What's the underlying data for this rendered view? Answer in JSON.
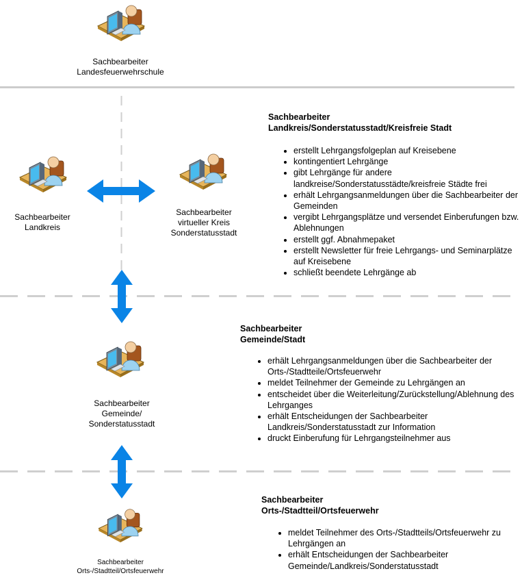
{
  "colors": {
    "arrow": "#0a84e6",
    "separator_solid": "#cccccc",
    "separator_dashed": "#cfcfcf"
  },
  "icons": {
    "worker": "office-worker-at-desk-icon"
  },
  "actors": {
    "school": {
      "lines": [
        "Sachbearbeiter",
        "Landesfeuerwehrschule"
      ]
    },
    "landkreis": {
      "lines": [
        "Sachbearbeiter",
        "Landkreis"
      ]
    },
    "virtuell": {
      "lines": [
        "Sachbearbeiter",
        "virtueller Kreis",
        "Sonderstatusstadt"
      ]
    },
    "gemeinde": {
      "lines": [
        "Sachbearbeiter",
        "Gemeinde/",
        "Sonderstatusstadt"
      ]
    },
    "ort": {
      "lines": [
        "Sachbearbeiter",
        "Orts-/Stadtteil/Ortsfeuerwehr"
      ]
    }
  },
  "sections": {
    "kreis": {
      "heading": [
        "Sachbearbeiter",
        "Landkreis/Sonderstatusstadt/Kreisfreie Stadt"
      ],
      "items": [
        "erstellt Lehrgangsfolgeplan auf Kreisebene",
        "kontingentiert Lehrgänge",
        "gibt Lehrgänge für andere landkreise/Sonderstatusstädte/kreisfreie Städte frei",
        "erhält Lehrgangsanmeldungen über die Sachbearbeiter der Gemeinden",
        "vergibt Lehrgangsplätze und versendet Einberufungen bzw. Ablehnungen",
        "erstellt ggf. Abnahmepaket",
        "erstellt Newsletter für freie Lehrgangs- und Seminarplätze auf Kreisebene",
        "schließt beendete Lehrgänge ab"
      ]
    },
    "gemeinde": {
      "heading": [
        "Sachbearbeiter",
        "Gemeinde/Stadt"
      ],
      "items": [
        "erhält Lehrgangsanmeldungen über die Sachbearbeiter der Orts-/Stadtteile/Ortsfeuerwehr",
        "meldet Teilnehmer der Gemeinde zu Lehrgängen an",
        "entscheidet über die Weiterleitung/Zurückstellung/Ablehnung des Lehrganges",
        "erhält Entscheidungen der Sachbearbeiter Landkreis/Sonderstatusstadt zur Information",
        "druckt Einberufung für Lehrgangsteilnehmer aus"
      ]
    },
    "ort": {
      "heading": [
        "Sachbearbeiter",
        "Orts-/Stadtteil/Ortsfeuerwehr"
      ],
      "items": [
        "meldet Teilnehmer des Orts-/Stadtteils/Ortsfeuerwehr zu Lehrgängen an",
        "erhält Entscheidungen der Sachbearbeiter Gemeinde/Landkreis/Sonderstatusstadt"
      ]
    }
  }
}
